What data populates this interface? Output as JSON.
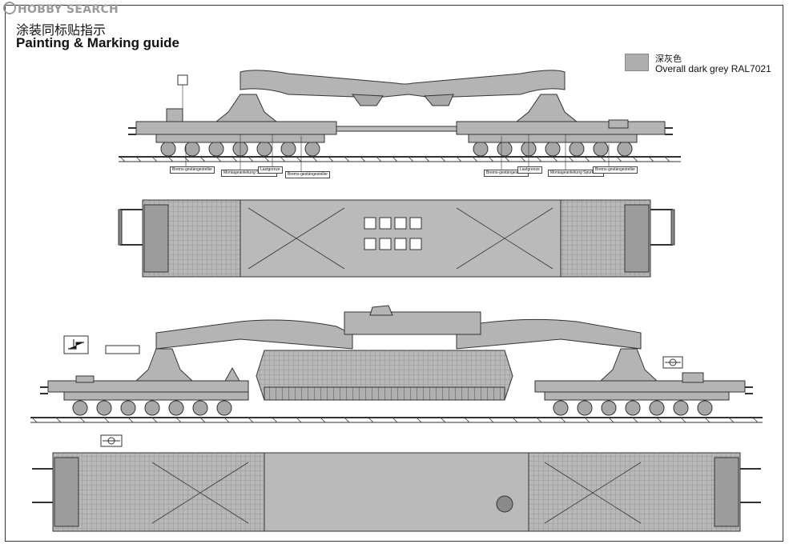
{
  "watermark": "HOBBY SEARCH",
  "header": {
    "title_cn": "涂装同标贴指示",
    "title_en": "Painting & Marking guide"
  },
  "legend": {
    "color_cn": "深灰色",
    "color_en": "Overall dark grey RAL7021",
    "swatch_color": "#aeaeae"
  },
  "callouts": {
    "top_left": [
      "Brems-gestängesteller",
      "Montageanleitung Spurkranz",
      "Lastgrenze",
      "Brems-gestängesteller"
    ],
    "top_right": [
      "Brems-gestängesteller",
      "Lastgrenze",
      "Montageanleitung Spurkranz",
      "Brems-gestängesteller"
    ]
  },
  "colors": {
    "vehicle_fill": "#b4b4b4",
    "vehicle_stroke": "#333333",
    "rail": "#444444"
  }
}
